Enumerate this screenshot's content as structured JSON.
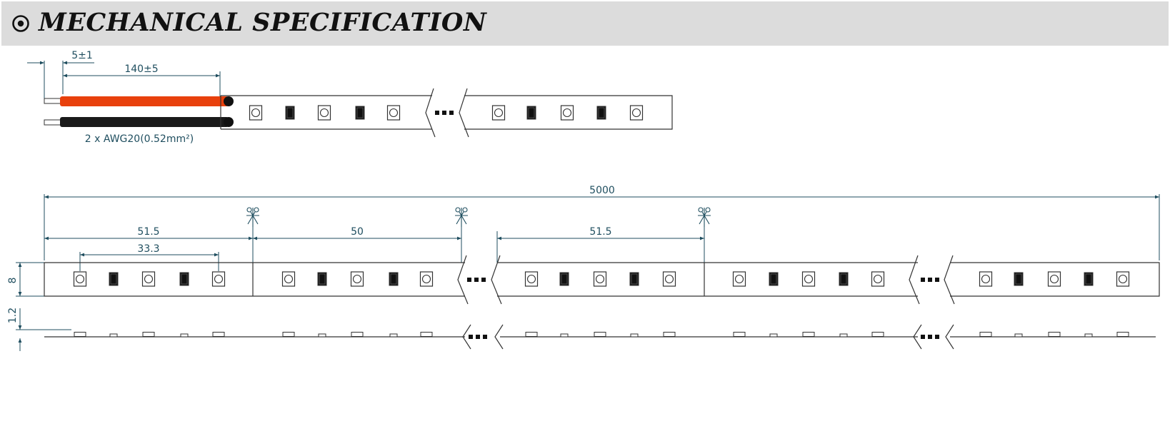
{
  "header": {
    "title": "MECHANICAL SPECIFICATION",
    "icon": "target-circle-icon"
  },
  "wire_drawing": {
    "strip_length": "5±1",
    "wire_length": "140±5",
    "wire_spec": "2 x AWG20(0.52mm²)",
    "wire_colors": {
      "positive": "#e8400c",
      "negative": "#1a1a1a"
    }
  },
  "strip_drawing": {
    "total_length": "5000",
    "segment_1": "51.5",
    "led_pitch": "33.3",
    "segment_2": "50",
    "segment_3": "51.5",
    "width": "8",
    "thickness": "1.2"
  },
  "colors": {
    "dimension": "#1f4e5f",
    "outline": "#333333"
  }
}
